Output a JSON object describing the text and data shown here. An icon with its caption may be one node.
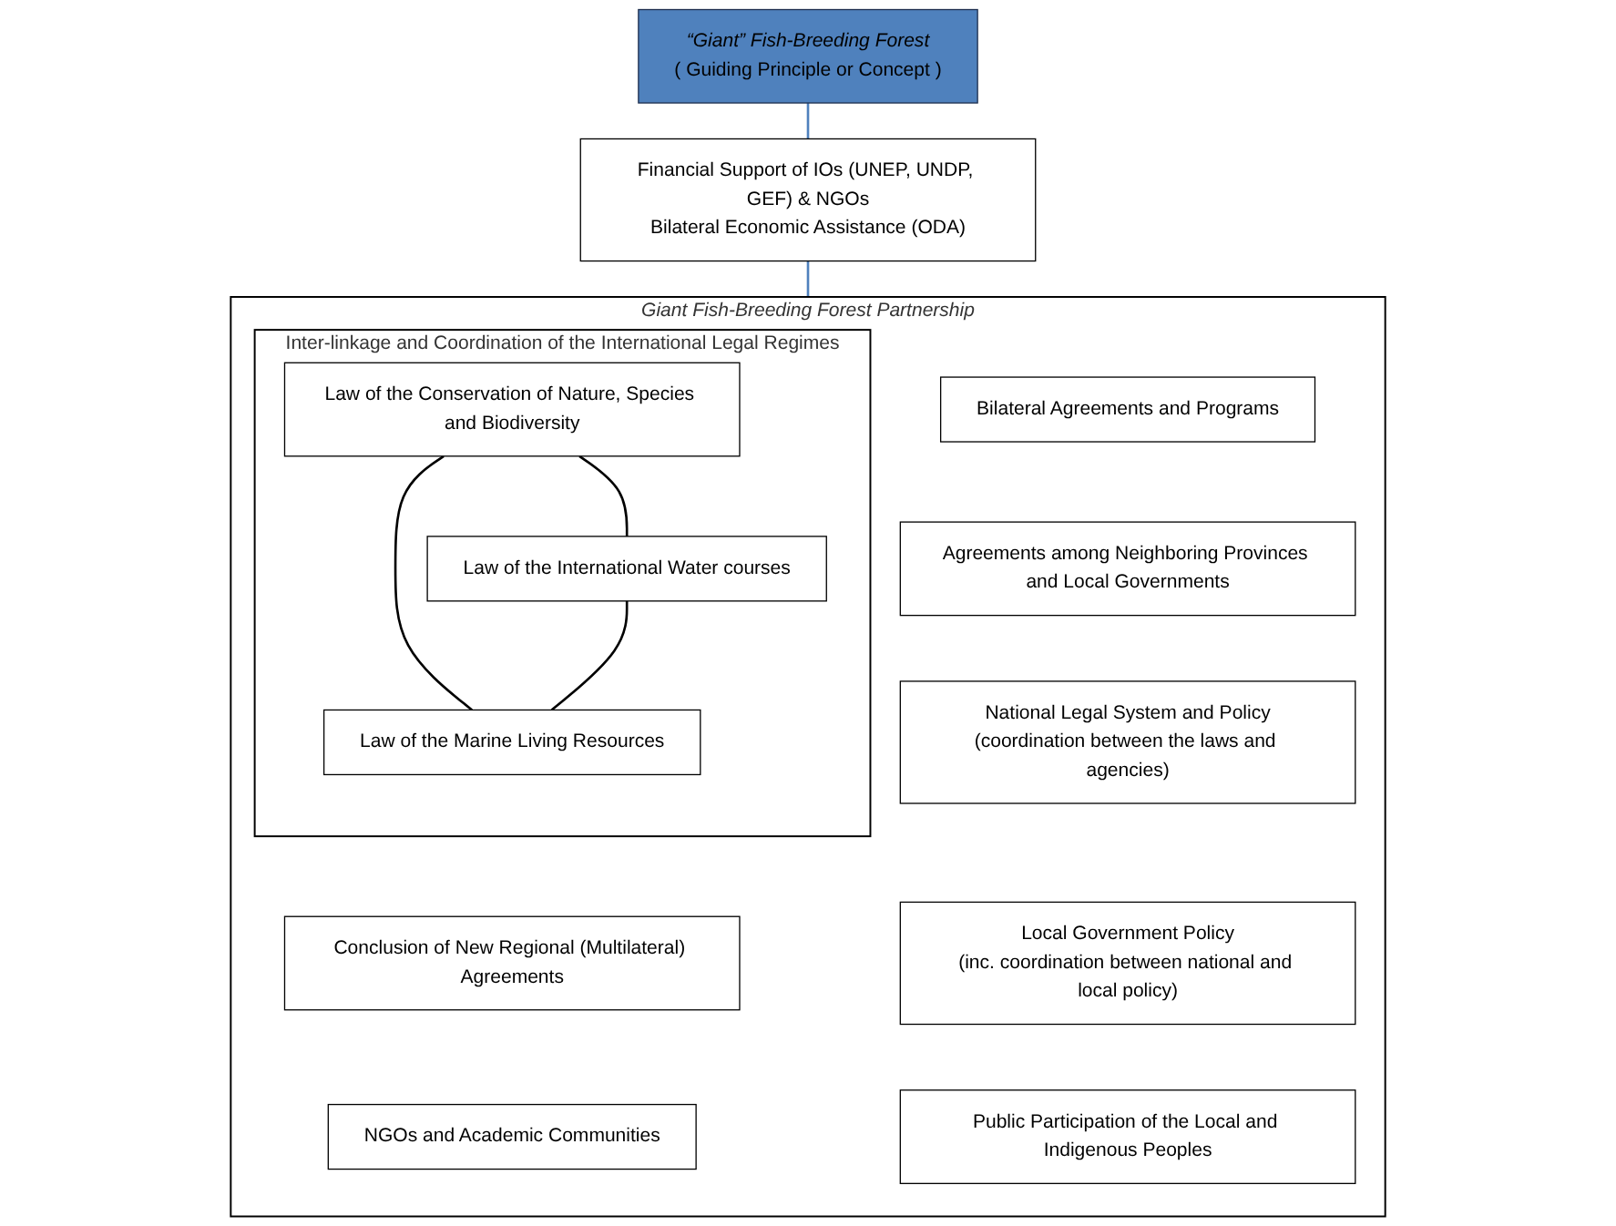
{
  "diagram": {
    "nodes": [
      {
        "text": [
          "“Giant” Fish-Breeding Forest",
          "( Guiding Principle or Concept )"
        ]
      },
      {
        "text": [
          "Financial Support of IOs (UNEP, UNDP, GEF) & NGOs",
          "Bilateral Economic Assistance (ODA)"
        ]
      },
      {
        "text": [
          "Giant Fish-Breeding Forest Partnership"
        ]
      },
      {
        "text": [
          "Inter-linkage and Coordination of the International Legal Regimes"
        ],
        "in": 2
      },
      {
        "text": [
          "Law of the Conservation of Nature, Species and Biodiversity"
        ],
        "in": 3
      },
      {
        "text": [
          "Law of the International Water courses"
        ],
        "in": 3
      },
      {
        "text": [
          "Law of the Marine Living Resources"
        ],
        "in": 3
      },
      {
        "text": [
          "Conclusion of New Regional (Multilateral) Agreements"
        ],
        "in": 2
      },
      {
        "text": [
          "NGOs and Academic Communities"
        ],
        "in": 2
      },
      {
        "text": [
          "Bilateral Agreements and Programs"
        ],
        "in": 2
      },
      {
        "text": [
          "Agreements among Neighboring Provinces and Local Governments"
        ],
        "in": 2
      },
      {
        "text": [
          "National Legal System and Policy",
          "(coordination between the laws and agencies)"
        ],
        "in": 2
      },
      {
        "text": [
          "Local Government Policy",
          "(inc. coordination between national and local policy)"
        ],
        "in": 2
      },
      {
        "text": [
          "Public Participation of the Local and Indigenous Peoples"
        ],
        "in": 2
      }
    ],
    "edges": [
      {
        "from": 0,
        "to": 1,
        "arrow": "none",
        "color": "#4f81bd"
      },
      {
        "from": 1,
        "to": 2,
        "arrow": "none",
        "color": "#4f81bd"
      },
      {
        "from": 4,
        "to": 5,
        "arrow": "none"
      },
      {
        "from": 4,
        "to": 6,
        "arrow": "none"
      },
      {
        "from": 5,
        "to": 6,
        "arrow": "none"
      }
    ]
  }
}
